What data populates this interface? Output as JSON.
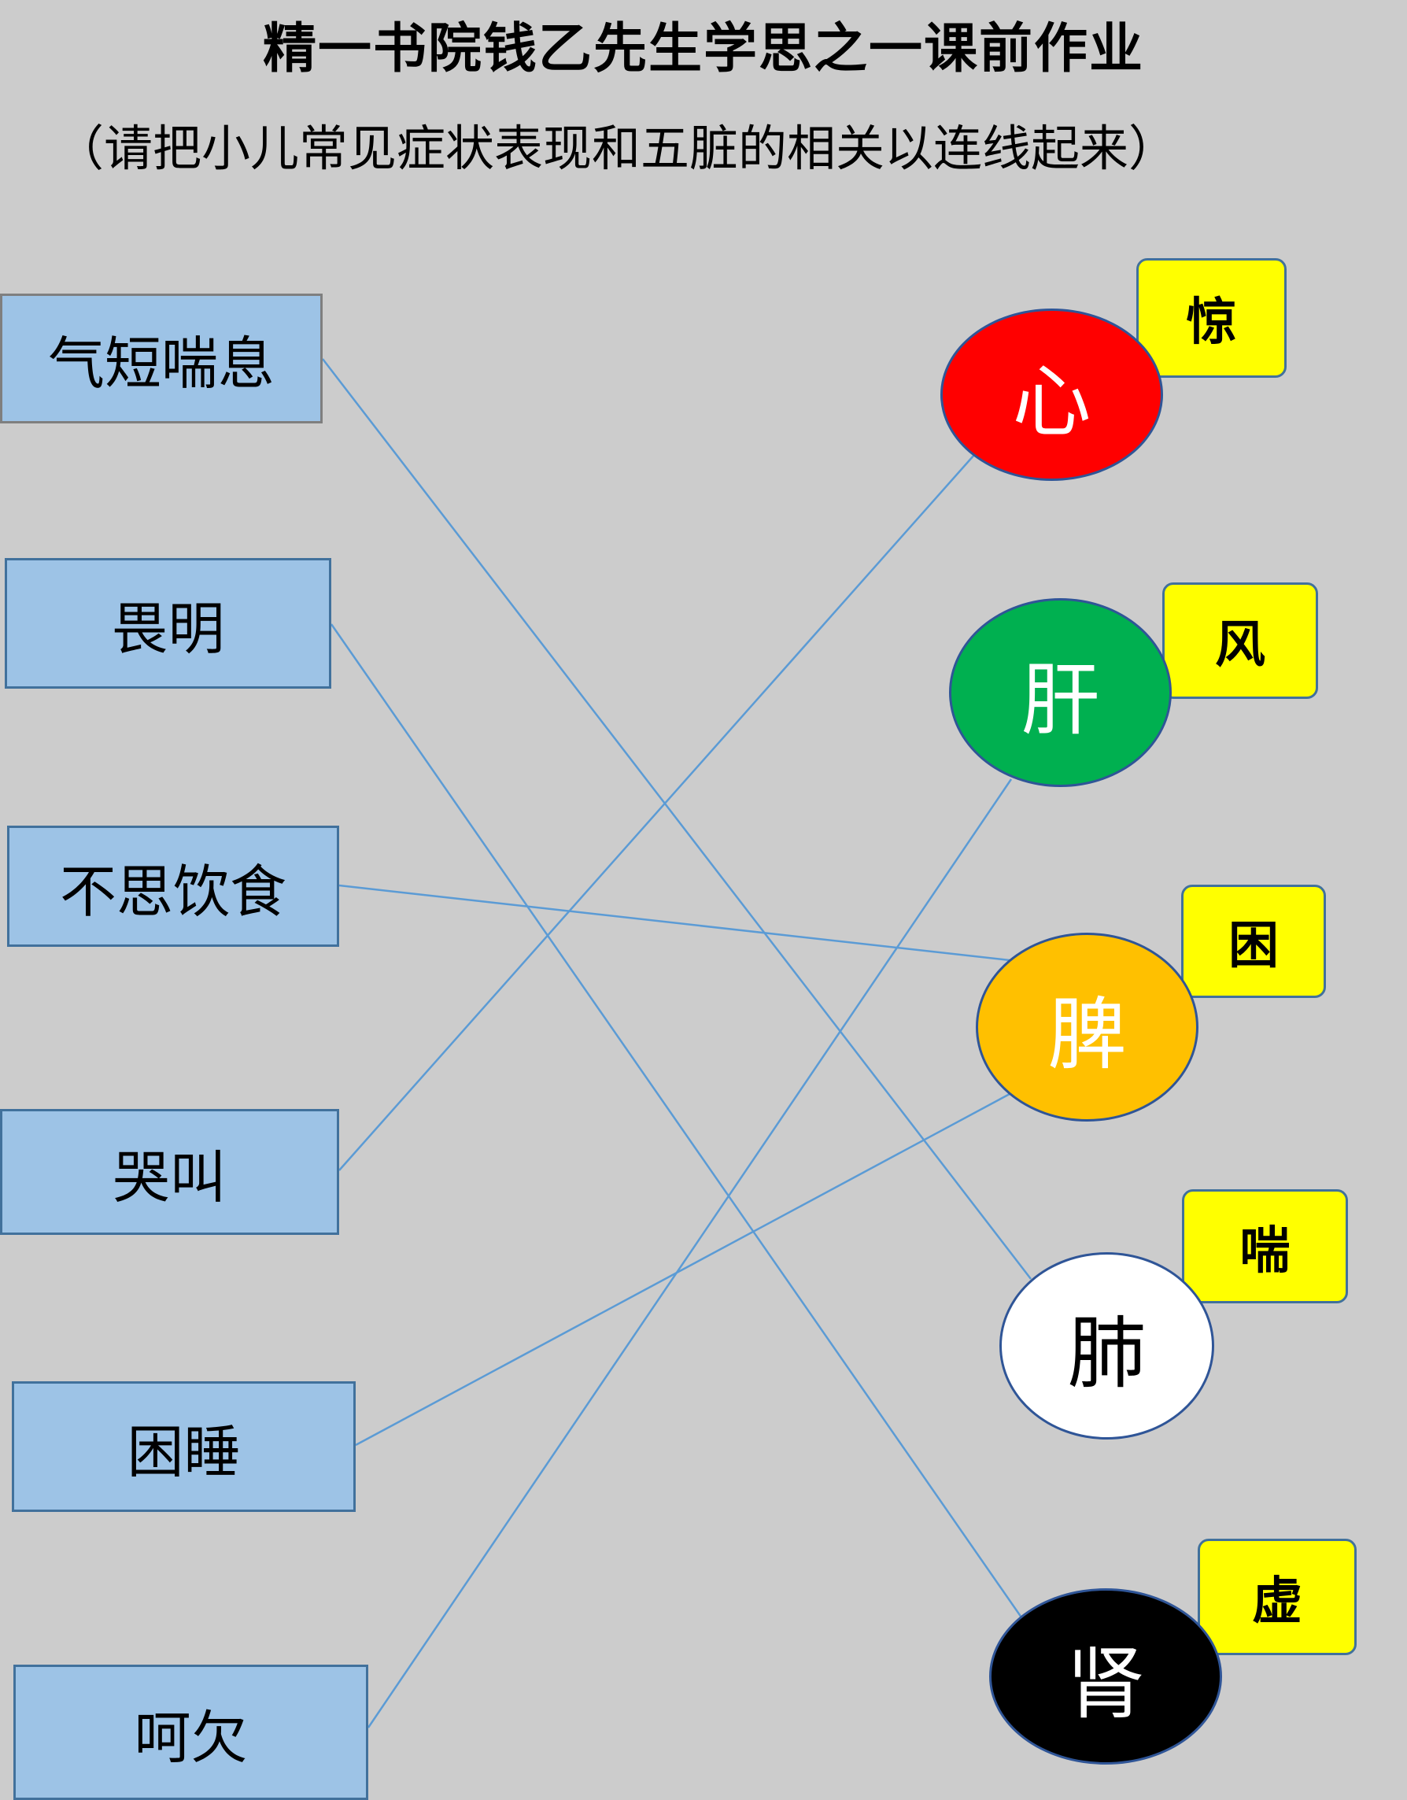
{
  "header": {
    "title": "精一书院钱乙先生学思之一课前作业",
    "subtitle": "（请把小儿常见症状表现和五脏的相关以连线起来）"
  },
  "symptoms": [
    {
      "label": "气短喘息"
    },
    {
      "label": "畏明"
    },
    {
      "label": "不思饮食"
    },
    {
      "label": "哭叫"
    },
    {
      "label": "困睡"
    },
    {
      "label": "呵欠"
    }
  ],
  "organs": [
    {
      "label": "心",
      "tag": "惊",
      "fill": "#ff0000",
      "text_color": "#ffffff"
    },
    {
      "label": "肝",
      "tag": "风",
      "fill": "#00b050",
      "text_color": "#ffffff"
    },
    {
      "label": "脾",
      "tag": "困",
      "fill": "#ffc000",
      "text_color": "#ffffff"
    },
    {
      "label": "肺",
      "tag": "喘",
      "fill": "#ffffff",
      "text_color": "#000000"
    },
    {
      "label": "肾",
      "tag": "虚",
      "fill": "#000000",
      "text_color": "#ffffff"
    }
  ],
  "colors": {
    "connector": "#5b9bd5",
    "symptom_fill": "#9dc3e6",
    "tag_fill": "#ffff00"
  }
}
